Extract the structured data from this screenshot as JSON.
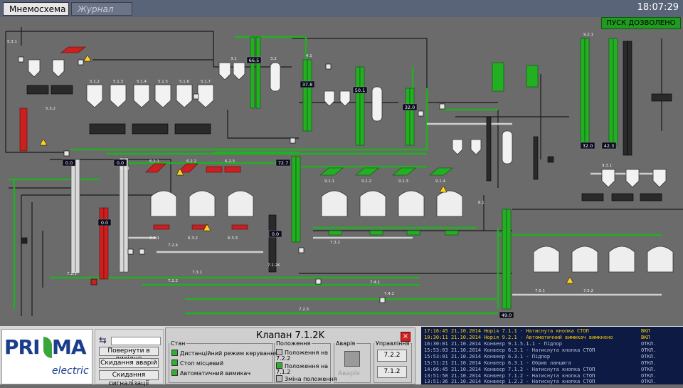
{
  "tabs": [
    {
      "label": "Мнемосхема",
      "active": true
    },
    {
      "label": "Журнал",
      "active": false
    }
  ],
  "clock": "18:07:29",
  "status_banner": "ПУСК ДОЗВОЛЕНО",
  "labels": {
    "s1": "5.3.1",
    "s2": "5.3.2",
    "s3": "6.1.1",
    "s4": "3.1",
    "s5": "3.2",
    "s6": "4.1",
    "v1": "5.1.2",
    "v2": "5.1.3",
    "v3": "5.1.4",
    "v4": "5.1.5",
    "v5": "5.1.6",
    "v6": "5.1.7",
    "r1": "7.2.1",
    "r2": "7.2.2",
    "r3": "7.2.3",
    "r4": "7.3.1",
    "r5": "7.4.1",
    "r6": "7.4.2",
    "r7": "7.1.2K",
    "r8": "7.5.1",
    "r9": "7.5.2",
    "r10": "7.2.4",
    "r11": "7.3.2",
    "r12": "8.1",
    "a1": "6.2.1",
    "a2": "6.2.2",
    "a3": "6.2.3",
    "a4": "6.3.1",
    "a5": "6.3.2",
    "a6": "6.3.3",
    "b1": "9.1.1",
    "b2": "9.1.2",
    "b3": "9.1.3",
    "b4": "9.1.4",
    "b5": "9.2.1",
    "b6": "9.3.1"
  },
  "values": {
    "e1": "0.0",
    "e2": "0.0",
    "e3": "66.5",
    "e4": "37.8",
    "e5": "50.1",
    "e6": "32.0",
    "e7": "32.0",
    "e8": "42.3",
    "e9": "72.7",
    "e10": "0.0",
    "e11": "0.0",
    "e12": "49.0"
  },
  "bottom": {
    "buttons": [
      "Повернути в вихідне",
      "Скидання аварій",
      "Скидання сигналізації"
    ],
    "panel_title": "Клапан  7.1.2K",
    "close": "×",
    "stan_legend": "Стан",
    "stan_items": [
      "Дистанційний режим керування",
      "Стоп місцевий",
      "Автоматичний вимикач"
    ],
    "pol_legend": "Положення",
    "pol_items": [
      "Положення на 7.2.2",
      "Положення на 7.1.2",
      "Зміна положення"
    ],
    "avar_legend": "Аварія",
    "avar_label": "Аварія",
    "upr_legend": "Управління",
    "upr_buttons": [
      "7.2.2",
      "7.1.2"
    ]
  },
  "log": [
    {
      "time": "17:16:45",
      "date": "21.10.2014",
      "obj": "Норія 7.1.1",
      "msg": "Натиснута кнопка СТОП",
      "state": "ВКЛ",
      "color": "#ffcc00"
    },
    {
      "time": "10:30:11",
      "date": "21.10.2014",
      "obj": "Норія 9.2.1",
      "msg": "Автоматичний вимикач вимкнено",
      "state": "ВКЛ",
      "color": "#ffcc00"
    },
    {
      "time": "16:30:01",
      "date": "21.10.2014",
      "obj": "Конвеєр 9.1.5.1.1",
      "msg": "Підпор",
      "state": "ОТКЛ.",
      "color": "#b9c0d8"
    },
    {
      "time": "15:53:03",
      "date": "21.10.2014",
      "obj": "Конвеєр 6.3.1",
      "msg": "Натиснута кнопка СТОП",
      "state": "ОТКЛ.",
      "color": "#b9c0d8"
    },
    {
      "time": "15:53:01",
      "date": "21.10.2014",
      "obj": "Конвеєр 6.3.1",
      "msg": "Підпор",
      "state": "ОТКЛ.",
      "color": "#b9c0d8"
    },
    {
      "time": "15:51:21",
      "date": "21.10.2014",
      "obj": "Конвеєр 6.3.1",
      "msg": "Обрив ланцюга",
      "state": "ОТКЛ.",
      "color": "#b9c0d8"
    },
    {
      "time": "14:06:45",
      "date": "21.10.2014",
      "obj": "Конвеєр 7.1.2",
      "msg": "Натиснута кнопка СТОП",
      "state": "ОТКЛ.",
      "color": "#b9c0d8"
    },
    {
      "time": "13:51:58",
      "date": "21.10.2014",
      "obj": "Конвеєр 7.1.2",
      "msg": "Натиснута кнопка СТОП",
      "state": "ОТКЛ.",
      "color": "#b9c0d8"
    },
    {
      "time": "13:51:36",
      "date": "21.10.2014",
      "obj": "Конвеєр 1.2.2",
      "msg": "Натиснута кнопка СТОП",
      "state": "ОТКЛ.",
      "color": "#b9c0d8"
    }
  ],
  "colors": {
    "green": "#22b022",
    "red": "#cc1f1f",
    "line": "#1a1a1a",
    "panel": "#d8d8d8"
  }
}
